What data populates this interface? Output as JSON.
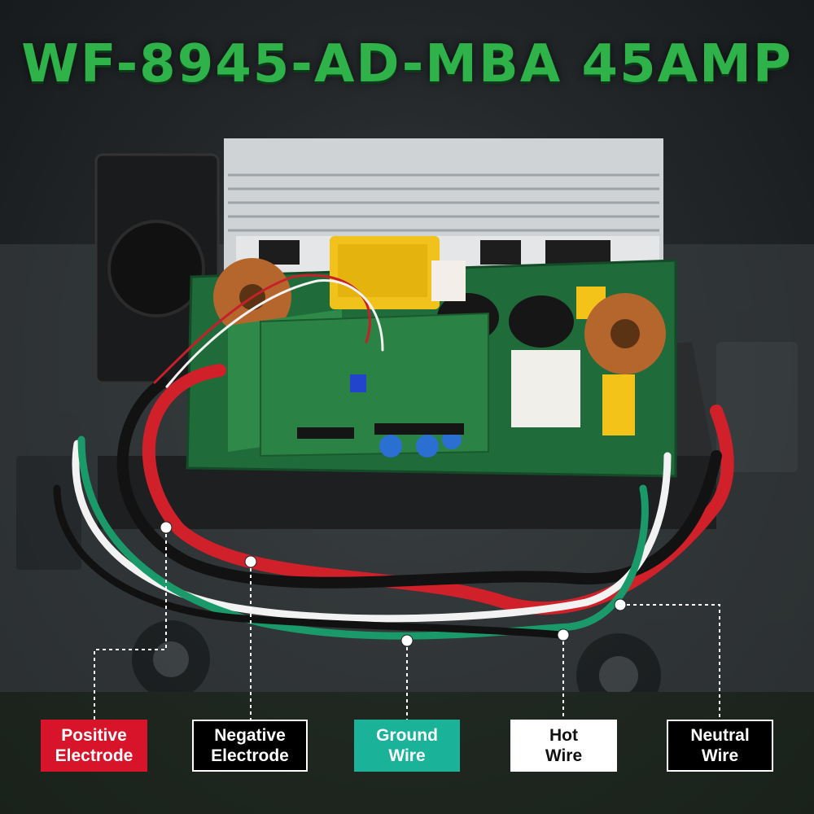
{
  "title": "WF-8945-AD-MBA 45AMP",
  "labels": {
    "positive": {
      "line1": "Positive",
      "line2": "Electrode"
    },
    "negative": {
      "line1": "Negative",
      "line2": "Electrode"
    },
    "ground": {
      "line1": "Ground",
      "line2": "Wire"
    },
    "hot": {
      "line1": "Hot",
      "line2": "Wire"
    },
    "neutral": {
      "line1": "Neutral",
      "line2": "Wire"
    }
  },
  "colors": {
    "title": "#2fb24a",
    "positive": "#d8142a",
    "negative": "#000000",
    "ground": "#1ab39a",
    "hot": "#ffffff",
    "neutral": "#000000"
  }
}
